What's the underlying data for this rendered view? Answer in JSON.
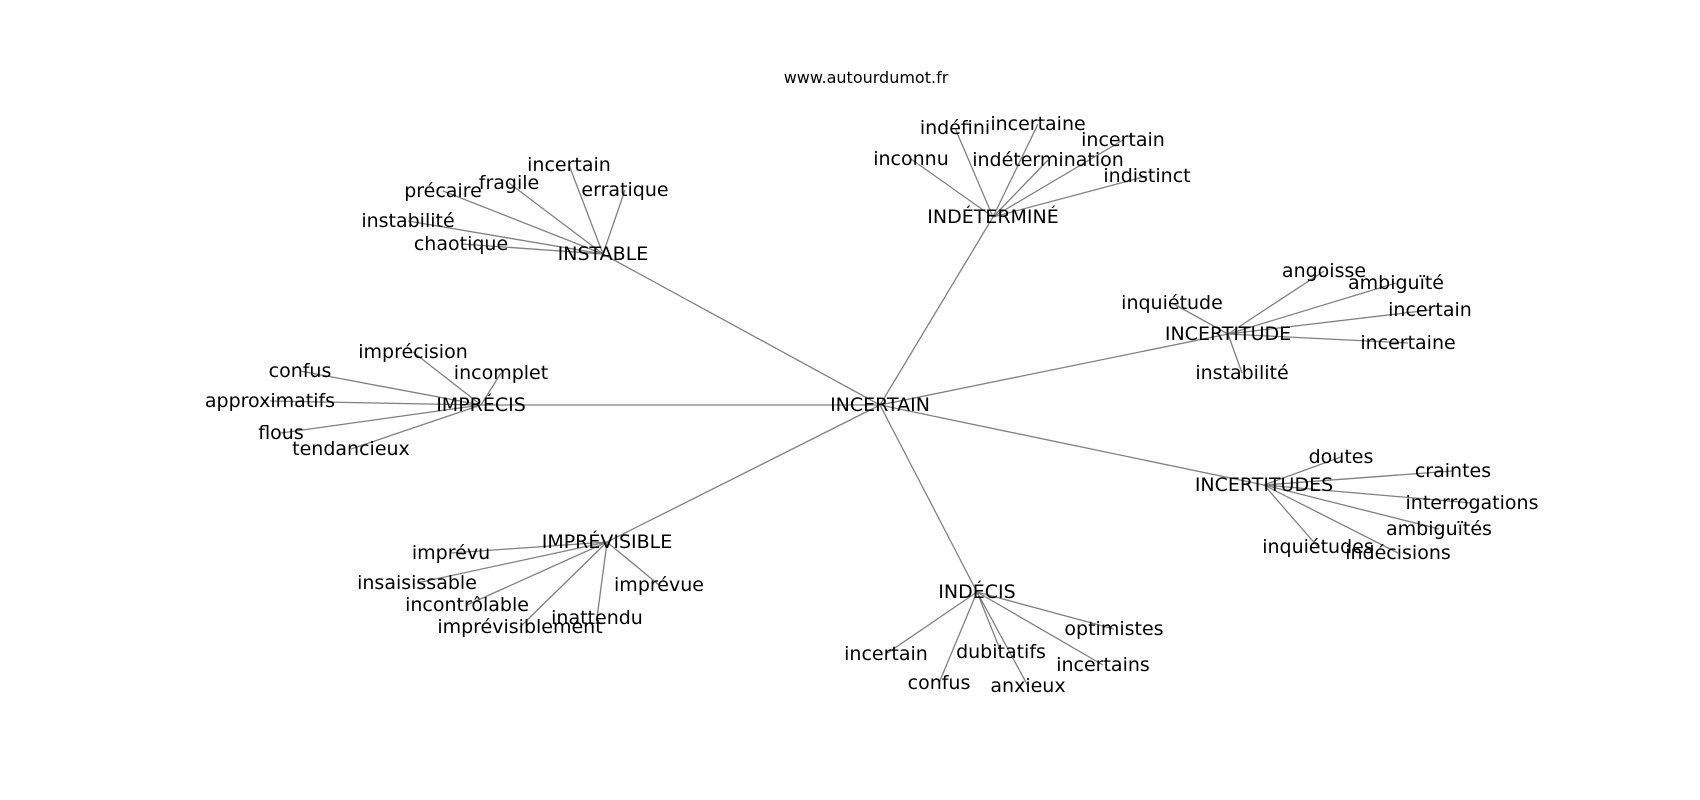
{
  "source": "www.autourdumot.fr",
  "colors": {
    "edge": "#808080",
    "text": "#000000",
    "background": "#ffffff"
  },
  "center": "INCERTAIN",
  "groups": [
    {
      "label": "INDÉTERMINÉ",
      "leaves": [
        "indéfini",
        "incertaine",
        "incertain",
        "inconnu",
        "indétermination",
        "indistinct"
      ]
    },
    {
      "label": "INSTABLE",
      "leaves": [
        "incertain",
        "fragile",
        "précaire",
        "erratique",
        "instabilité",
        "chaotique"
      ]
    },
    {
      "label": "INCERTITUDE",
      "leaves": [
        "angoisse",
        "ambiguïté",
        "inquiétude",
        "incertain",
        "incertaine",
        "instabilité"
      ]
    },
    {
      "label": "IMPRÉCIS",
      "leaves": [
        "imprécision",
        "confus",
        "incomplet",
        "approximatifs",
        "flous",
        "tendancieux"
      ]
    },
    {
      "label": "INCERTITUDES",
      "leaves": [
        "doutes",
        "craintes",
        "interrogations",
        "ambiguïtés",
        "inquiétudes",
        "indécisions"
      ]
    },
    {
      "label": "IMPRÉVISIBLE",
      "leaves": [
        "imprévu",
        "insaisissable",
        "imprévue",
        "incontrôlable",
        "inattendu",
        "imprévisiblement"
      ]
    },
    {
      "label": "INDÉCIS",
      "leaves": [
        "optimistes",
        "dubitatifs",
        "incertain",
        "incertains",
        "confus",
        "anxieux"
      ]
    }
  ]
}
